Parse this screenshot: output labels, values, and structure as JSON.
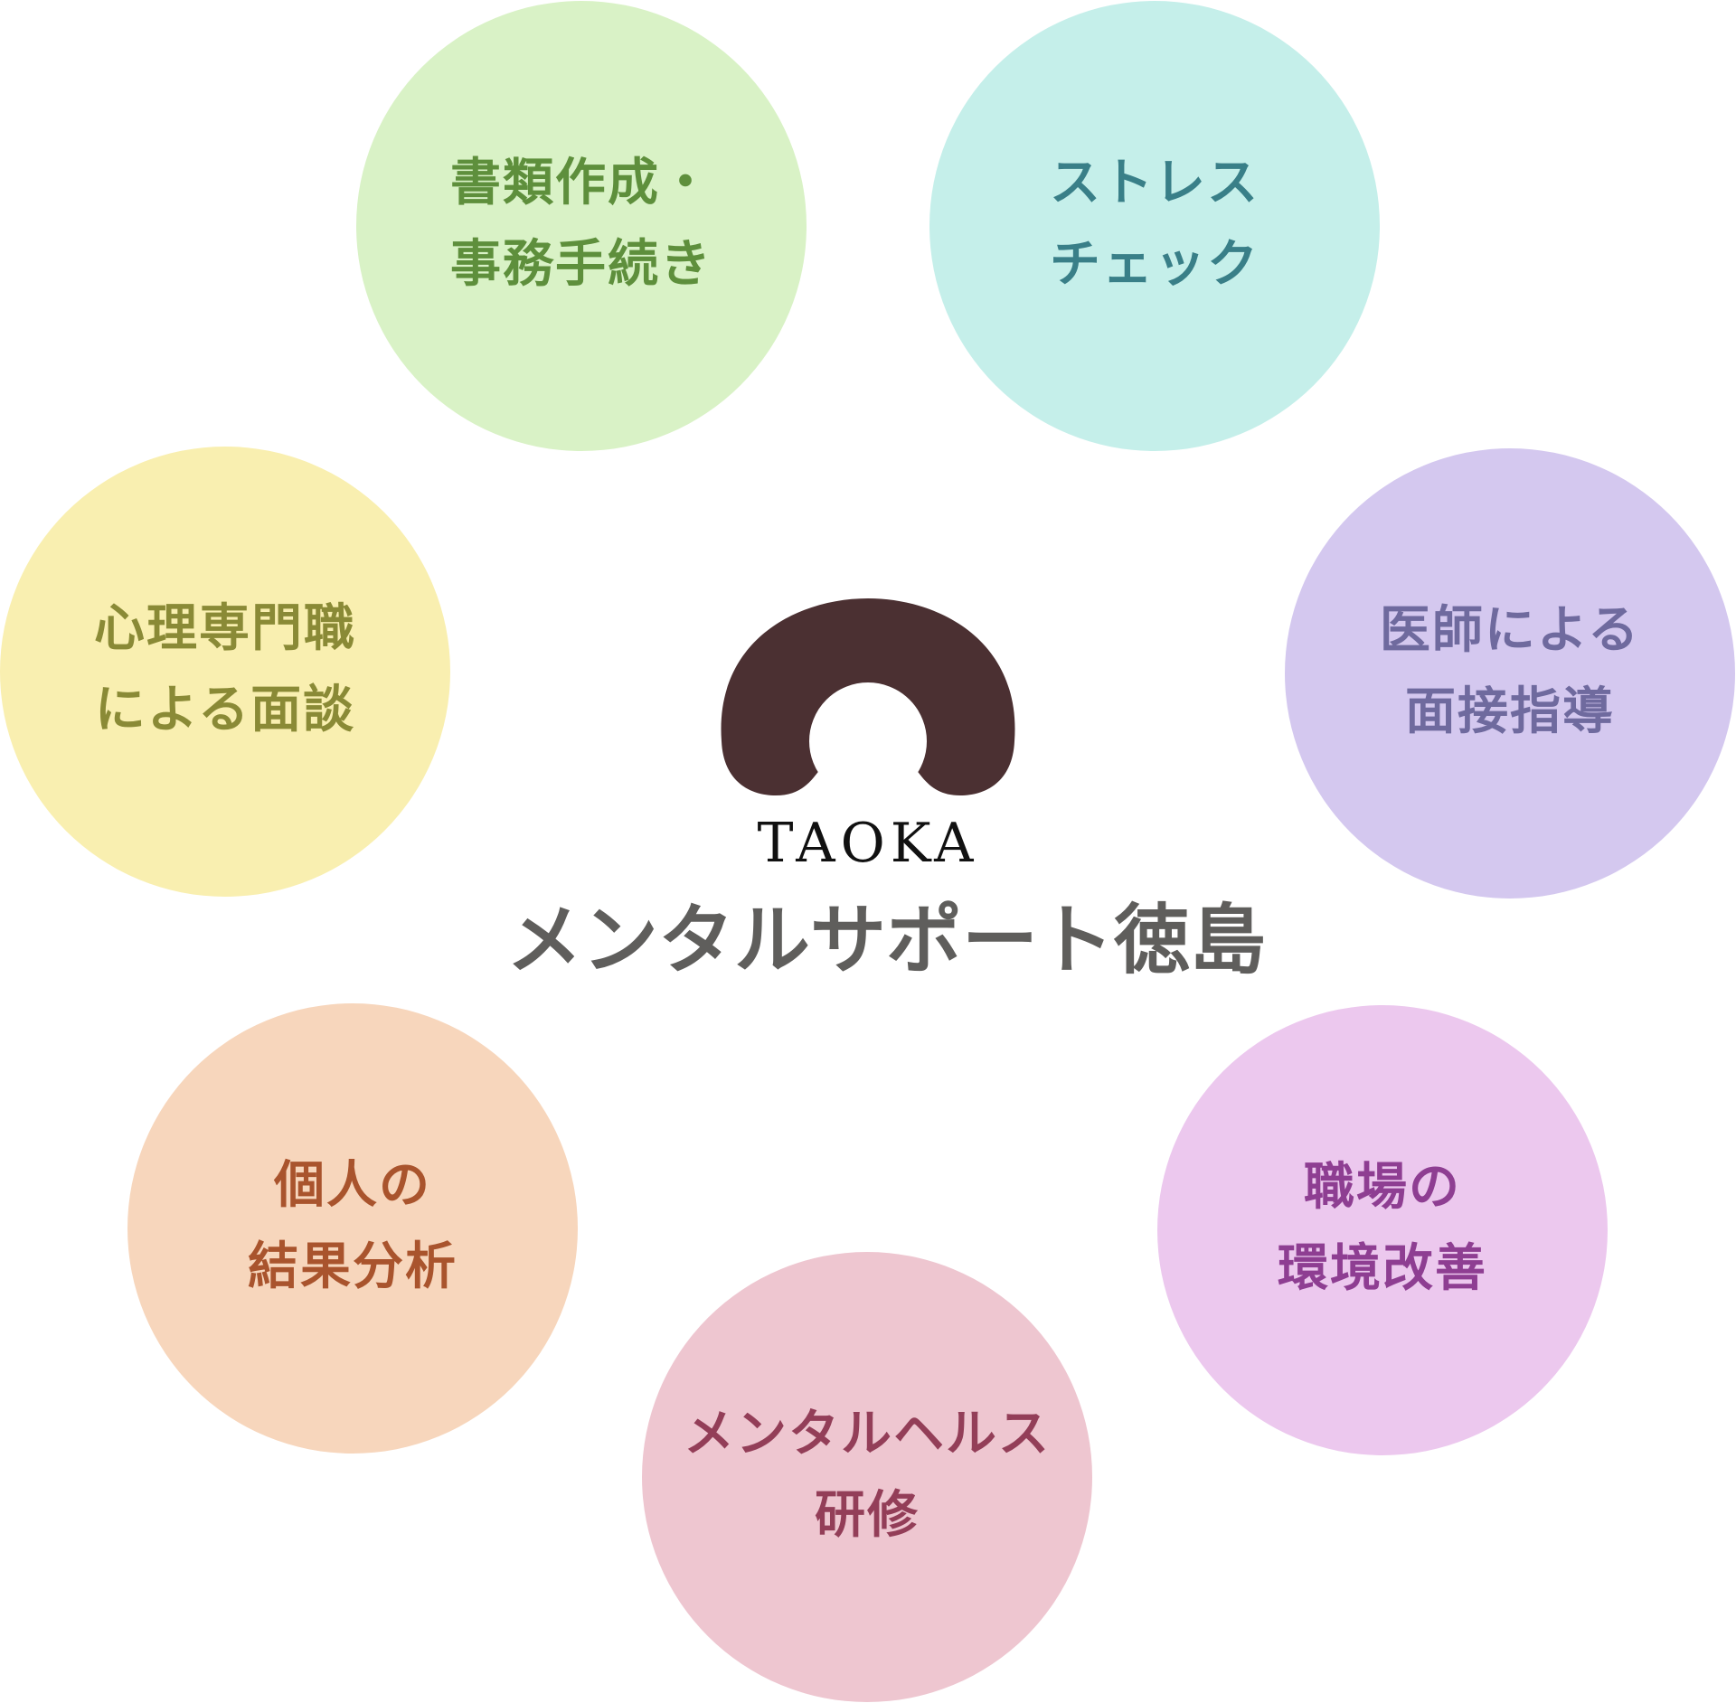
{
  "center": {
    "wordmark": "TAOKA",
    "name": "メンタルサポート徳島",
    "logo_icon": "arch-logo-icon",
    "logo_color": "#4b3032",
    "name_color": "#5f5e5c"
  },
  "services": [
    {
      "id": "documents",
      "lines": [
        "書類作成・",
        "事務手続き"
      ],
      "bg": "#d9f2c6",
      "color": "#5e8f3c"
    },
    {
      "id": "stress-check",
      "lines": [
        "ストレス",
        "チェック"
      ],
      "bg": "#c5efea",
      "color": "#397f88"
    },
    {
      "id": "doctor-guidance",
      "lines": [
        "医師による",
        "面接指導"
      ],
      "bg": "#d4c8ef",
      "color": "#6f6a9e"
    },
    {
      "id": "workplace",
      "lines": [
        "職場の",
        "環境改善"
      ],
      "bg": "#ecc8ee",
      "color": "#8e3e92"
    },
    {
      "id": "training",
      "lines": [
        "メンタルヘルス",
        "研修"
      ],
      "bg": "#eec6d0",
      "color": "#933e58"
    },
    {
      "id": "analysis",
      "lines": [
        "個人の",
        "結果分析"
      ],
      "bg": "#f7d6bc",
      "color": "#a9542d"
    },
    {
      "id": "counseling",
      "lines": [
        "心理専門職",
        "による面談"
      ],
      "bg": "#f9efb0",
      "color": "#8a8a36"
    }
  ]
}
